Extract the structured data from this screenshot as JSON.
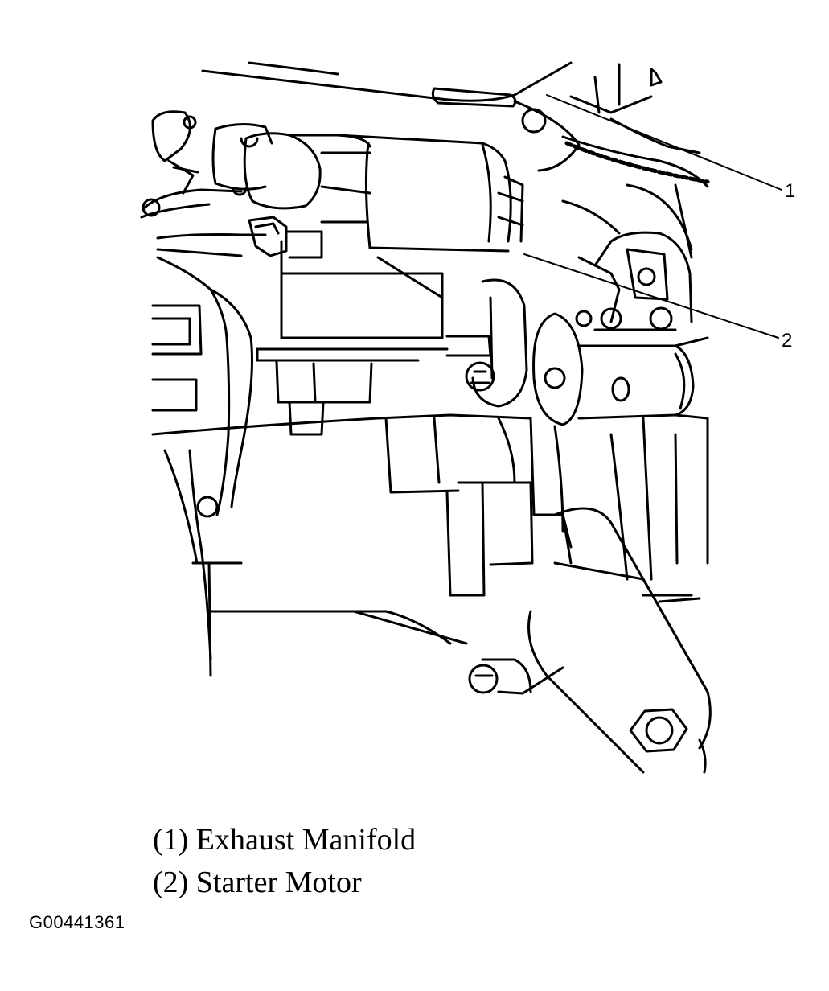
{
  "callouts": [
    {
      "number": "1"
    },
    {
      "number": "2"
    }
  ],
  "legend": [
    {
      "text": "(1) Exhaust Manifold"
    },
    {
      "text": "(2) Starter Motor"
    }
  ],
  "figure_id": "G00441361",
  "colors": {
    "line": "#000000",
    "background": "#ffffff"
  }
}
